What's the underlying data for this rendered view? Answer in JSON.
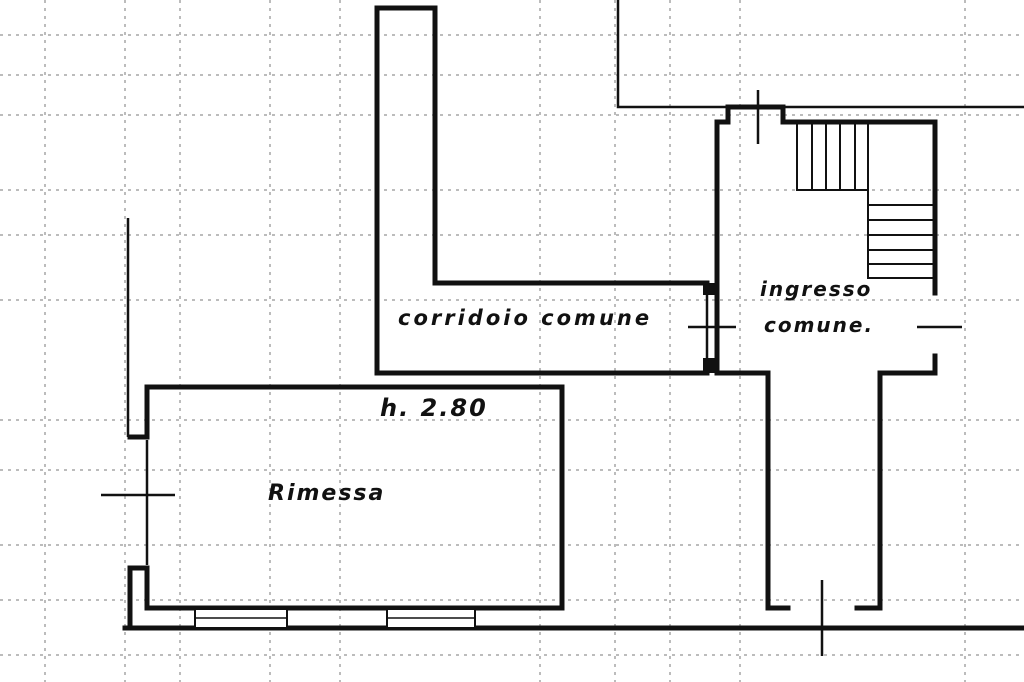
{
  "rooms": {
    "corridor": {
      "label": "corridoio comune"
    },
    "entrance": {
      "line1": "ingresso",
      "line2": "comune."
    },
    "garage": {
      "label": "Rimessa",
      "height_label": "h. 2.80"
    }
  },
  "colors": {
    "ink": "#111111",
    "grid": "#7a7a7a",
    "paper": "#ffffff"
  }
}
